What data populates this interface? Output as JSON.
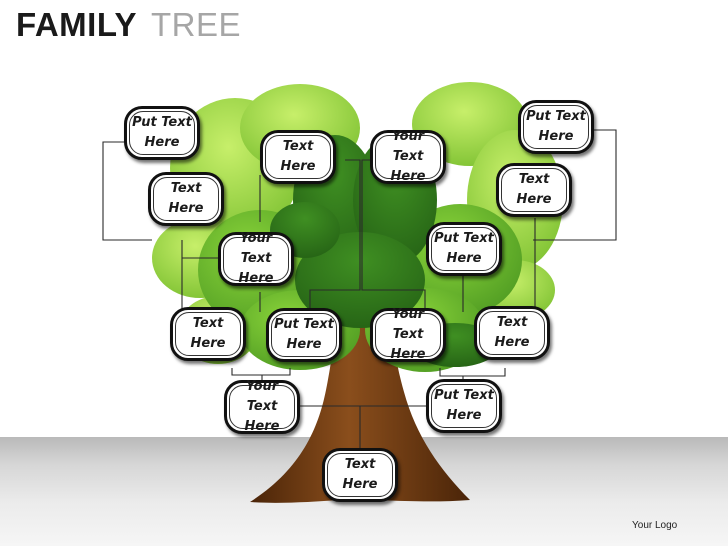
{
  "header": {
    "title_bold": "FAMILY",
    "title_light": "TREE"
  },
  "footer": {
    "logo_text": "Your Logo"
  },
  "colors": {
    "leaf_light": "#8ccf36",
    "leaf_mid": "#5fae2b",
    "leaf_dark": "#2f7a1c",
    "trunk": "#6a3812",
    "box_border": "#111111"
  },
  "nodes": [
    {
      "id": "g1",
      "label": "Put Text Here"
    },
    {
      "id": "g2",
      "label": "Text Here"
    },
    {
      "id": "g3",
      "label": "Text Here"
    },
    {
      "id": "g4",
      "label": "Your Text Here"
    },
    {
      "id": "g5",
      "label": "Your Text Here"
    },
    {
      "id": "g6",
      "label": "Put Text Here"
    },
    {
      "id": "g7",
      "label": "Text Here"
    },
    {
      "id": "g8",
      "label": "Put Text Here"
    },
    {
      "id": "p1",
      "label": "Text Here"
    },
    {
      "id": "p2",
      "label": "Put Text Here"
    },
    {
      "id": "p3",
      "label": "Your Text Here"
    },
    {
      "id": "p4",
      "label": "Text Here"
    },
    {
      "id": "c1",
      "label": "Your Text Here"
    },
    {
      "id": "c2",
      "label": "Put Text Here"
    },
    {
      "id": "root",
      "label": "Text Here"
    }
  ]
}
